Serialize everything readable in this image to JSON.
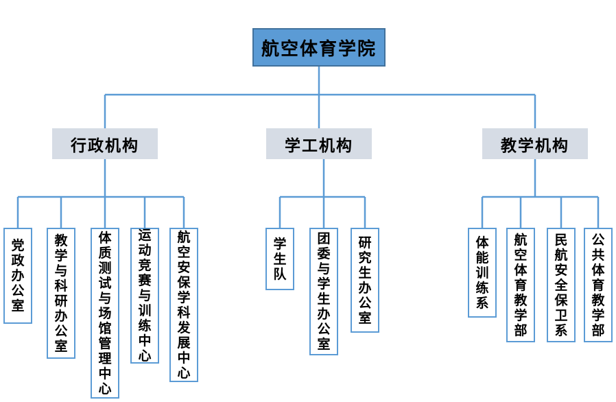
{
  "diagram": {
    "type": "org-chart",
    "root": {
      "label": "航空体育学院"
    },
    "branches": [
      {
        "label": "行政机构",
        "children": [
          "党政办公室",
          "教学与科研办公室",
          "体质测试与场馆管理中心",
          "运动竞赛与训练中心",
          "航空安保学科发展中心"
        ]
      },
      {
        "label": "学工机构",
        "children": [
          "学生队",
          "团委与学生办公室",
          "研究生办公室"
        ]
      },
      {
        "label": "教学机构",
        "children": [
          "体能训练系",
          "航空体育教学部",
          "民航安全保卫系",
          "公共体育教学部"
        ]
      }
    ],
    "colors": {
      "root_fill": "#5B9BD5",
      "root_border": "#41719C",
      "branch_fill": "#D6DCE5",
      "leaf_border": "#5B9BD5",
      "connector_line": "#5B9BD5",
      "text": "#000000"
    }
  }
}
